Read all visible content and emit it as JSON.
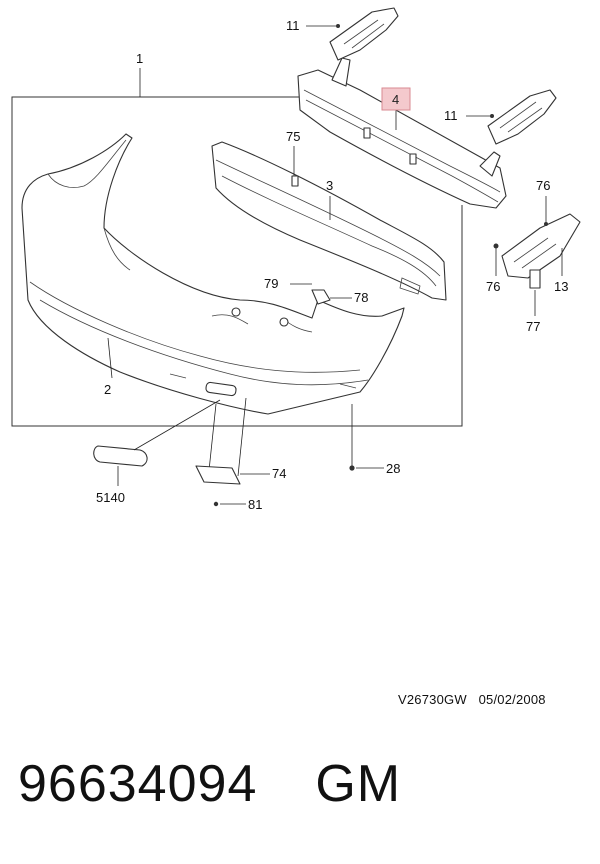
{
  "diagram": {
    "callouts": {
      "c1": "1",
      "c2": "2",
      "c3": "3",
      "c4": "4",
      "c11a": "11",
      "c11b": "11",
      "c13": "13",
      "c28": "28",
      "c74": "74",
      "c75": "75",
      "c76a": "76",
      "c76b": "76",
      "c77": "77",
      "c78": "78",
      "c79": "79",
      "c81": "81",
      "c5140": "5140"
    },
    "highlighted_callout": "4",
    "highlight_color": "#f4c9cd",
    "highlight_border": "#d98a92",
    "drawing_code": "V26730GW",
    "drawing_date": "05/02/2008"
  },
  "footer": {
    "part_number": "96634094",
    "brand": "GM"
  }
}
